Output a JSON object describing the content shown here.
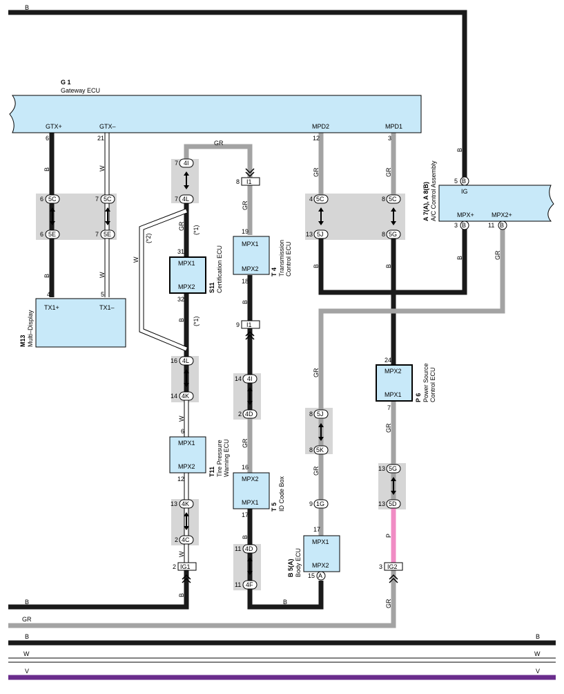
{
  "ecus": {
    "gateway": {
      "code": "G 1",
      "name": "Gateway ECU",
      "pins": [
        "GTX+",
        "GTX–",
        "MPD2",
        "MPD1"
      ]
    },
    "multi_display": {
      "code": "M13",
      "name": "Multi–Display",
      "pins": [
        "TX1+",
        "TX1–"
      ]
    },
    "certification": {
      "code": "S11",
      "name": "Certification ECU",
      "pins": [
        "MPX1",
        "MPX2"
      ]
    },
    "tire_pressure": {
      "code": "T11",
      "name1": "Tire Pressure",
      "name2": "Warning ECU",
      "pins": [
        "MPX1",
        "MPX2"
      ]
    },
    "transmission": {
      "code": "T 4",
      "name1": "Transmission",
      "name2": "Control ECU",
      "pins": [
        "MPX1",
        "MPX2"
      ]
    },
    "id_code_box": {
      "code": "T 5",
      "name": "ID Code Box",
      "pins": [
        "MPX2",
        "MPX1"
      ]
    },
    "body_ecu": {
      "code": "B 5(A)",
      "name": "Body ECU",
      "pins": [
        "MPX1",
        "MPX2"
      ]
    },
    "power_source": {
      "code": "P 6",
      "name1": "Power Source",
      "name2": "Control ECU",
      "pins": [
        "MPX2",
        "MPX1"
      ]
    },
    "ac_control": {
      "code": "A 7(A), A 8(B)",
      "name": "A/C Control Assembly",
      "pins": [
        "IG",
        "MPX+",
        "MPX2+"
      ]
    }
  },
  "wire_colors": {
    "B": "#1a1a1a",
    "GR": "#a3a3a3",
    "W": "#ffffff",
    "P": "#f08cc4",
    "V": "#6a2c8c"
  },
  "wire_labels": {
    "b": "B",
    "gr": "GR",
    "w": "W",
    "p": "P",
    "v": "V"
  },
  "notes": {
    "n1": "(*1)",
    "n2": "(*2)"
  },
  "connectors": {
    "c5c": "5C",
    "c5e": "5E",
    "c4i": "4I",
    "c4l": "4L",
    "c4k": "4K",
    "c4c": "4C",
    "c4d": "4D",
    "c4f": "4F",
    "c5j": "5J",
    "c5g": "5G",
    "c5k": "5K",
    "c1g": "1G",
    "c5d": "5D",
    "ci1": "I1",
    "cig1": "IG1",
    "cig2": "IG2",
    "cA": "A",
    "cB": "B"
  },
  "pin_numbers": {
    "n2": "2",
    "n3": "3",
    "n4": "4",
    "n5": "5",
    "n6": "6",
    "n7": "7",
    "n8": "8",
    "n9": "9",
    "n11": "11",
    "n12": "12",
    "n13": "13",
    "n14": "14",
    "n15": "15",
    "n16": "16",
    "n17": "17",
    "n18": "18",
    "n19": "19",
    "n21": "21",
    "n24": "24",
    "n31": "31",
    "n32": "32"
  }
}
